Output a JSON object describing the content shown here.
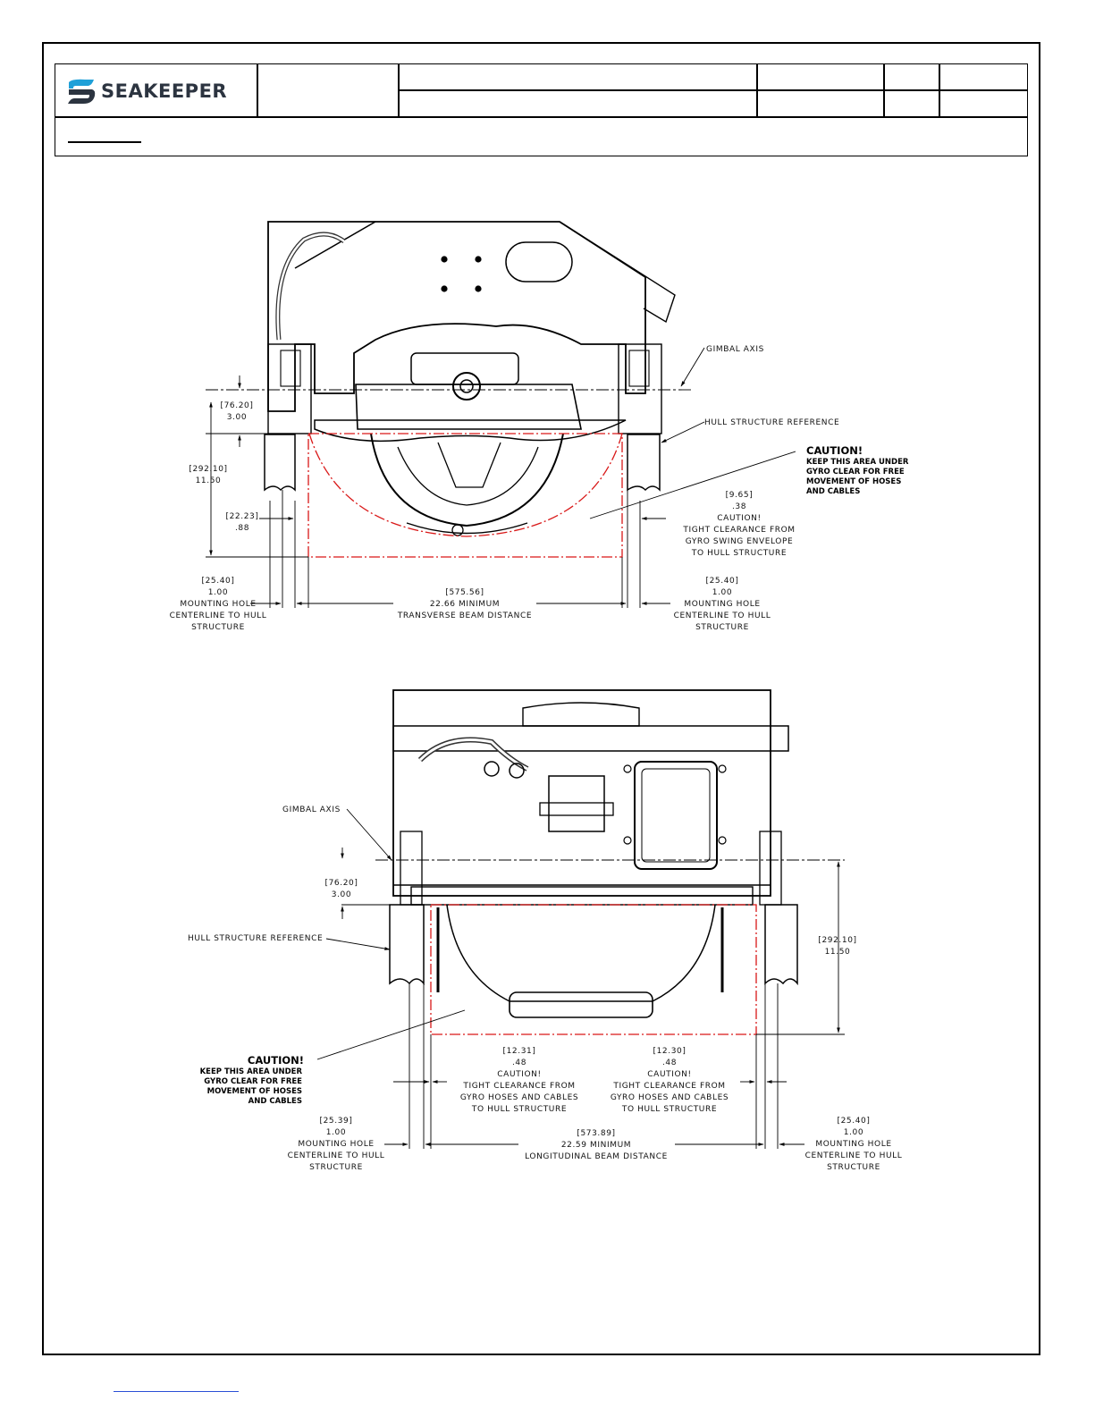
{
  "title_block": {
    "logo_text": "SEAKEEPER"
  },
  "views": {
    "transverse": {
      "gimbal_axis": "GIMBAL AXIS",
      "hull_ref": "HULL STRUCTURE REFERENCE",
      "caution_title": "CAUTION!",
      "caution_lines": [
        "KEEP THIS AREA UNDER",
        "GYRO CLEAR FOR FREE",
        "MOVEMENT OF HOSES",
        "AND CABLES"
      ],
      "dim_gimbal_height": [
        "[76.20]",
        "3.00"
      ],
      "dim_total_height": [
        "[292.10]",
        "11.50"
      ],
      "dim_left_gap": [
        "[22.23]",
        ".88"
      ],
      "dim_right_gap": [
        "[9.65]",
        ".38",
        "CAUTION!",
        "TIGHT CLEARANCE FROM",
        "GYRO SWING ENVELOPE",
        "TO HULL STRUCTURE"
      ],
      "dim_left_mount": [
        "[25.40]",
        "1.00",
        "MOUNTING HOLE",
        "CENTERLINE TO HULL",
        "STRUCTURE"
      ],
      "dim_beam": [
        "[575.56]",
        "22.66   MINIMUM",
        "TRANSVERSE BEAM DISTANCE"
      ],
      "dim_right_mount": [
        "[25.40]",
        "1.00",
        "MOUNTING HOLE",
        "CENTERLINE TO HULL",
        "STRUCTURE"
      ]
    },
    "longitudinal": {
      "gimbal_axis": "GIMBAL AXIS",
      "hull_ref": "HULL STRUCTURE REFERENCE",
      "caution_title": "CAUTION!",
      "caution_lines": [
        "KEEP THIS AREA UNDER",
        "GYRO CLEAR FOR FREE",
        "MOVEMENT OF HOSES",
        "AND CABLES"
      ],
      "dim_gimbal_height": [
        "[76.20]",
        "3.00"
      ],
      "dim_total_height": [
        "[292.10]",
        "11.50"
      ],
      "dim_left_clear": [
        "[12.31]",
        ".48",
        "CAUTION!",
        "TIGHT CLEARANCE FROM",
        "GYRO HOSES AND CABLES",
        "TO HULL STRUCTURE"
      ],
      "dim_right_clear": [
        "[12.30]",
        ".48",
        "CAUTION!",
        "TIGHT CLEARANCE FROM",
        "GYRO HOSES AND CABLES",
        "TO HULL STRUCTURE"
      ],
      "dim_left_mount": [
        "[25.39]",
        "1.00",
        "MOUNTING HOLE",
        "CENTERLINE TO HULL",
        "STRUCTURE"
      ],
      "dim_beam": [
        "[573.89]",
        "22.59   MINIMUM",
        "LONGITUDINAL BEAM DISTANCE"
      ],
      "dim_right_mount": [
        "[25.40]",
        "1.00",
        "MOUNTING HOLE",
        "CENTERLINE TO HULL",
        "STRUCTURE"
      ]
    }
  }
}
